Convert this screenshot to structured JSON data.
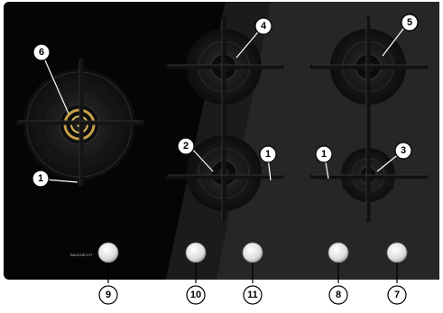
{
  "figure": {
    "brand_mark": "BAUKNECHT",
    "callouts": {
      "burner_6": "6",
      "burner_4": "4",
      "burner_5": "5",
      "burner_2": "2",
      "burner_3": "3",
      "support_left": "1",
      "support_middle": "1",
      "support_right": "1",
      "knob_9": "9",
      "knob_10": "10",
      "knob_11": "11",
      "knob_8": "8",
      "knob_7": "7"
    }
  },
  "colors": {
    "glass": "#000000",
    "glass_reflection": "#2b2b2b",
    "burner_ring": "#1a1a1a",
    "grate": "#111111",
    "knob": "#f0f0f0",
    "brass": "#c8a04a",
    "label_fill": "#ffffff",
    "label_stroke": "#000000"
  }
}
